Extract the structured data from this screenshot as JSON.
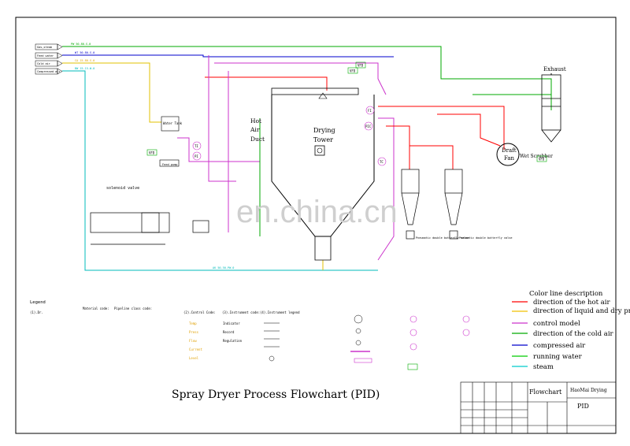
{
  "equipment": {
    "drying_tower": [
      "Drying",
      "Tower"
    ],
    "hot_air_duct": [
      "Hot",
      "Air",
      "Duct"
    ],
    "exhaust": "Exhaust",
    "draft_fan": [
      "Draft",
      "Fan"
    ],
    "wet_scrubber": "Wet Scrubber",
    "water_tank": "Water Tank",
    "feed_pump": "Feed pump",
    "solenoid_valve": "solenoid valve",
    "cyclone_1": "Pneumatic double butterfly valve",
    "cyclone_2": "Pneumatic double butterfly valve",
    "watermark": "en.china.cn"
  },
  "pipe_labels": {
    "top_lines": [
      "PW 50-80-S-0",
      "WT 50-80-S-0",
      "CA 15-80-S-0",
      "BW 15-15-W-0"
    ],
    "bottom_line": "AK 50-50-PW-0",
    "inlet_tags": [
      "Gas,steam",
      "Feed water",
      "Cold air",
      "Compressed air"
    ]
  },
  "instruments": {
    "vfd_tags": [
      "VFD",
      "VFD",
      "VFD",
      "VFD"
    ],
    "ti": "TI",
    "pi": "PI",
    "tc": "TC",
    "pic": "PIC",
    "fi": "FI"
  },
  "legend": {
    "title": "Legend",
    "sections": [
      "(1).Dr.",
      "Material code:",
      "Pipeline class code:",
      "(2).Control Code:",
      "(3).Instrument code:",
      "(4).Instrument legend"
    ],
    "control_codes": [
      "Temp",
      "Press",
      "Flow",
      "Current",
      "Level"
    ],
    "instrument_codes": [
      "Indicator",
      "Record",
      "Regulation"
    ]
  },
  "color_legend": {
    "title": "Color line description",
    "items": [
      {
        "label": "direction of the hot air",
        "color": "#ff0000"
      },
      {
        "label": "direction of liquid and dry products",
        "color": "#f0c000"
      },
      {
        "label": "control model",
        "color": "#cc33cc"
      },
      {
        "label": "direction of the cold air",
        "color": "#00aa00"
      },
      {
        "label": "compressed air",
        "color": "#0000cc"
      },
      {
        "label": "running water",
        "color": "#00cc00"
      },
      {
        "label": "steam",
        "color": "#00cccc"
      }
    ]
  },
  "title_block": {
    "main_title": "Spray Dryer Process Flowchart (PID)",
    "drawing_name": "Flowchart",
    "company": "HaoMai Drying",
    "code": "PID"
  }
}
